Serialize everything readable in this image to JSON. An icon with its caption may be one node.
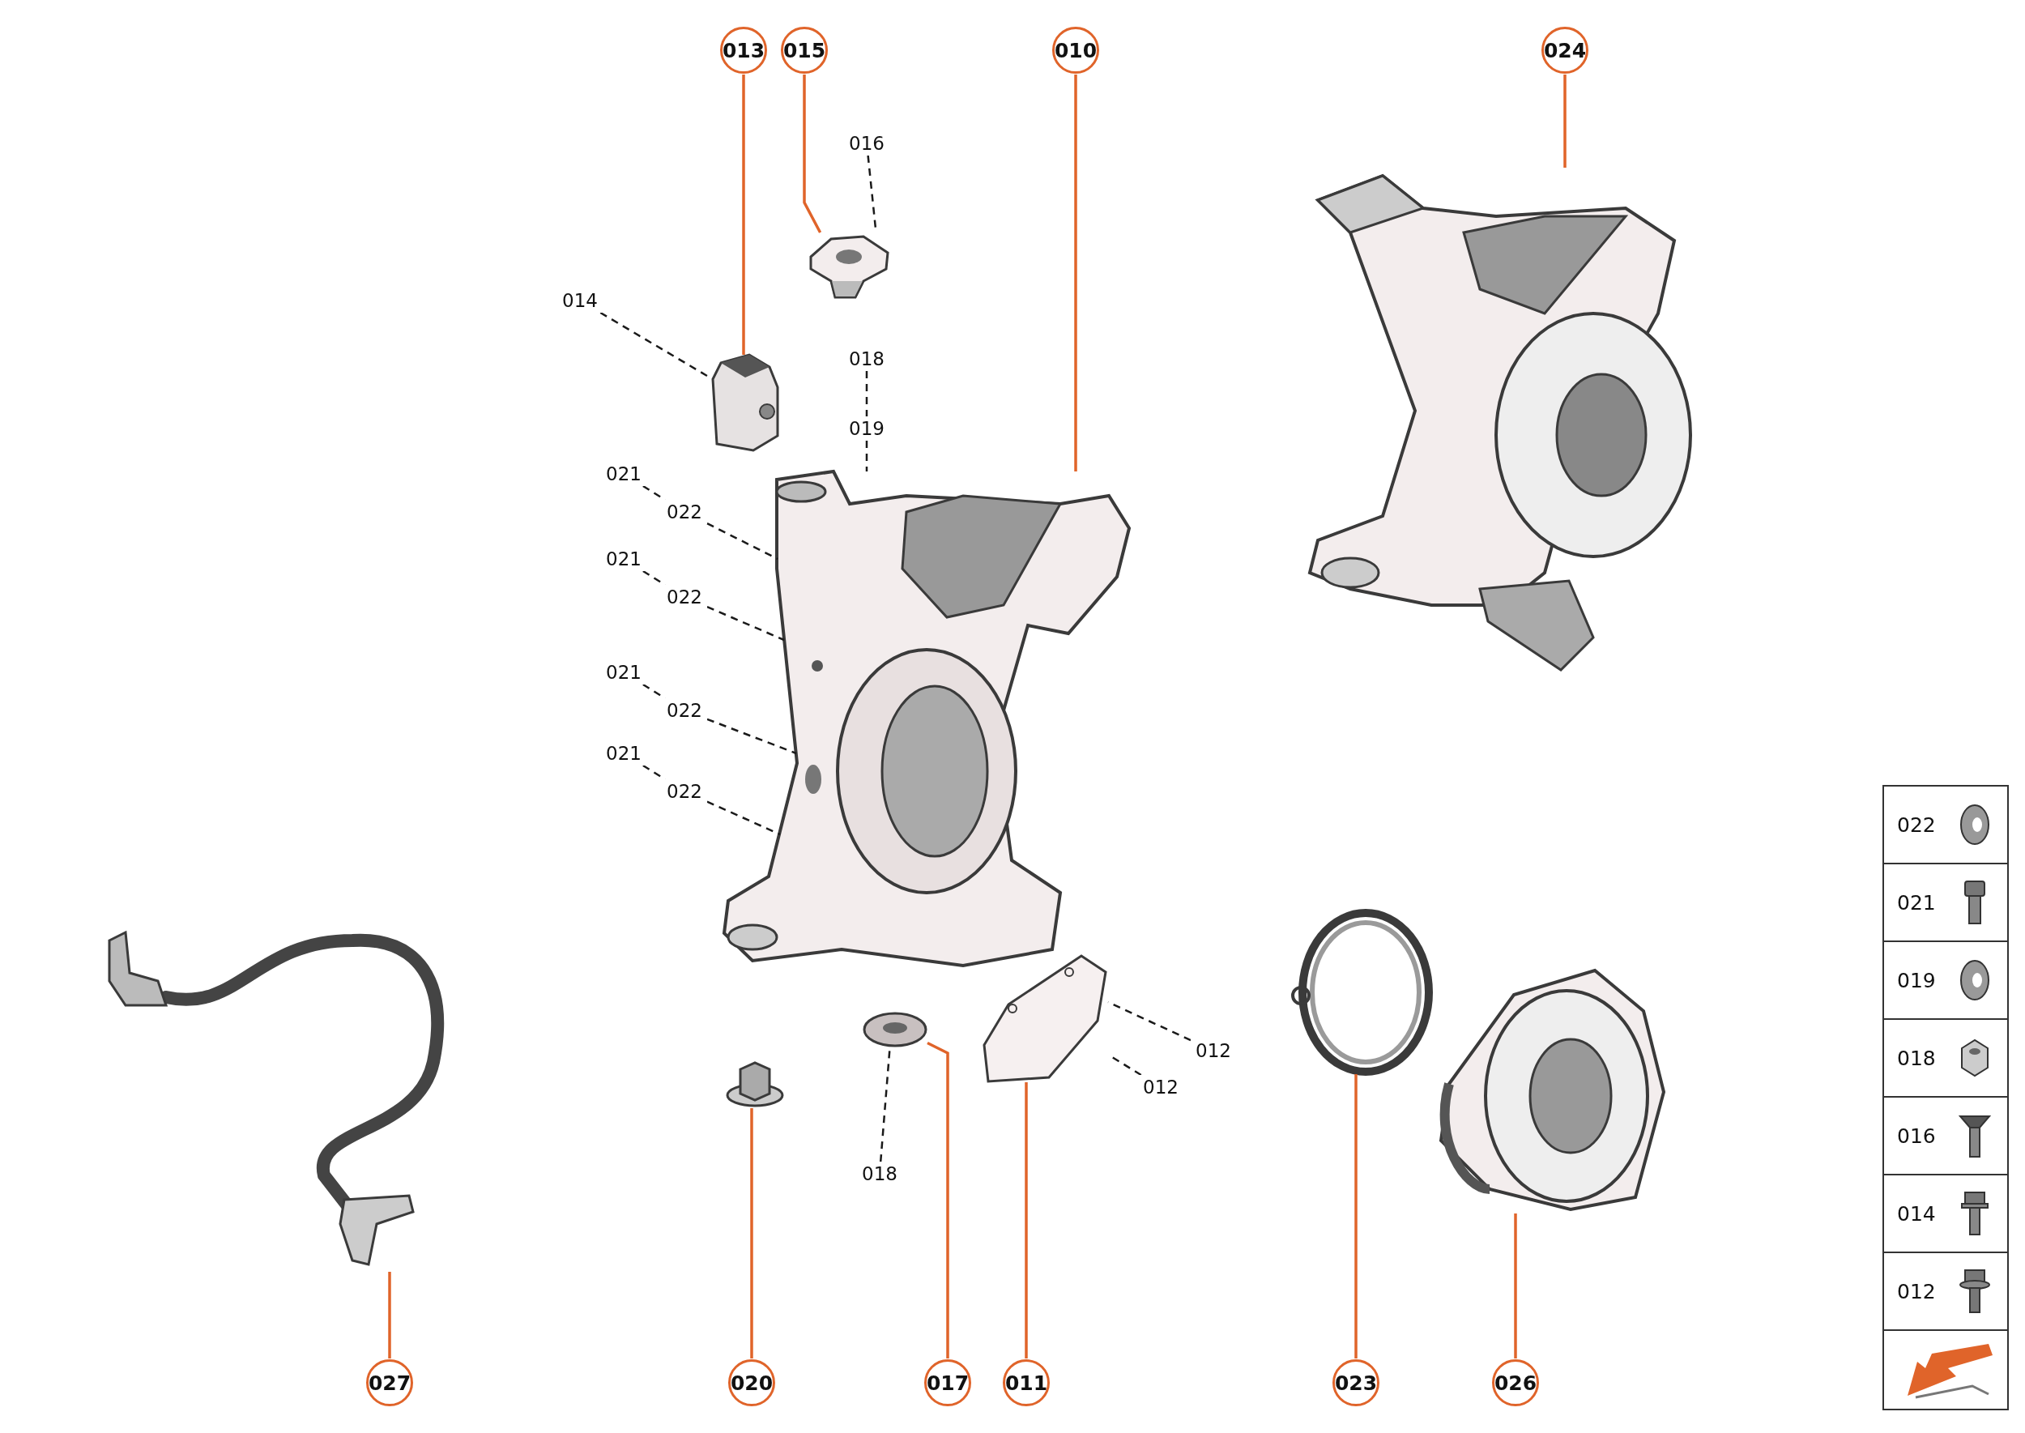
{
  "diagram": {
    "nodes": [
      {
        "text": [
          "013"
        ]
      },
      {
        "text": [
          "015"
        ]
      },
      {
        "text": [
          "010"
        ]
      },
      {
        "text": [
          "024"
        ]
      },
      {
        "text": [
          "016"
        ]
      },
      {
        "text": [
          "014"
        ]
      },
      {
        "text": [
          "018"
        ]
      },
      {
        "text": [
          "019"
        ]
      },
      {
        "text": [
          "021"
        ]
      },
      {
        "text": [
          "022"
        ]
      },
      {
        "text": [
          "021"
        ]
      },
      {
        "text": [
          "022"
        ]
      },
      {
        "text": [
          "021"
        ]
      },
      {
        "text": [
          "022"
        ]
      },
      {
        "text": [
          "021"
        ]
      },
      {
        "text": [
          "022"
        ]
      },
      {
        "text": [
          "012"
        ]
      },
      {
        "text": [
          "012"
        ]
      },
      {
        "text": [
          "018"
        ]
      },
      {
        "text": [
          "027"
        ]
      },
      {
        "text": [
          "020"
        ]
      },
      {
        "text": [
          "017"
        ]
      },
      {
        "text": [
          "011"
        ]
      },
      {
        "text": [
          "023"
        ]
      },
      {
        "text": [
          "026"
        ]
      },
      {
        "text": [],
        "shape": "picture"
      },
      {
        "text": [],
        "shape": "picture"
      },
      {
        "text": [],
        "shape": "picture"
      },
      {
        "text": [],
        "shape": "picture"
      },
      {
        "text": [],
        "shape": "picture"
      },
      {
        "text": [],
        "shape": "picture"
      },
      {
        "text": [],
        "shape": "picture"
      },
      {
        "text": [],
        "shape": "picture"
      },
      {
        "text": [],
        "shape": "picture"
      },
      {
        "text": [],
        "shape": "picture"
      }
    ],
    "edges": [
      {
        "from": 0,
        "to": 26,
        "arrow": "none",
        "color": "#e0642a"
      },
      {
        "from": 1,
        "to": 25,
        "arrow": "none",
        "color": "#e0642a"
      },
      {
        "from": 2,
        "to": 27,
        "arrow": "none",
        "color": "#e0642a"
      },
      {
        "from": 3,
        "to": 28,
        "arrow": "none",
        "color": "#e0642a"
      },
      {
        "from": 4,
        "to": 25,
        "arrow": "none",
        "style": "dashed"
      },
      {
        "from": 5,
        "to": 26,
        "arrow": "none",
        "style": "dashed"
      },
      {
        "from": 6,
        "to": 7,
        "arrow": "none",
        "style": "dashed"
      },
      {
        "from": 7,
        "to": 27,
        "arrow": "none",
        "style": "dashed"
      },
      {
        "from": 8,
        "to": 9,
        "arrow": "none",
        "style": "dashed"
      },
      {
        "from": 9,
        "to": 27,
        "arrow": "none",
        "style": "dashed"
      },
      {
        "from": 10,
        "to": 11,
        "arrow": "none",
        "style": "dashed"
      },
      {
        "from": 11,
        "to": 27,
        "arrow": "none",
        "style": "dashed"
      },
      {
        "from": 12,
        "to": 13,
        "arrow": "none",
        "style": "dashed"
      },
      {
        "from": 13,
        "to": 27,
        "arrow": "none",
        "style": "dashed"
      },
      {
        "from": 14,
        "to": 15,
        "arrow": "none",
        "style": "dashed"
      },
      {
        "from": 15,
        "to": 27,
        "arrow": "none",
        "style": "dashed"
      },
      {
        "from": 16,
        "to": 32,
        "arrow": "none",
        "style": "dashed"
      },
      {
        "from": 17,
        "to": 32,
        "arrow": "none",
        "style": "dashed"
      },
      {
        "from": 18,
        "to": 31,
        "arrow": "none",
        "style": "dashed"
      },
      {
        "from": 19,
        "to": 29,
        "arrow": "none",
        "color": "#e0642a"
      },
      {
        "from": 20,
        "to": 30,
        "arrow": "none",
        "color": "#e0642a"
      },
      {
        "from": 21,
        "to": 31,
        "arrow": "none",
        "color": "#e0642a"
      },
      {
        "from": 22,
        "to": 32,
        "arrow": "none",
        "color": "#e0642a"
      },
      {
        "from": 23,
        "to": 33,
        "arrow": "none",
        "color": "#e0642a"
      },
      {
        "from": 24,
        "to": 34,
        "arrow": "none",
        "color": "#e0642a"
      }
    ],
    "labels": [
      "022",
      "021",
      "019",
      "018",
      "016",
      "014",
      "012"
    ]
  }
}
